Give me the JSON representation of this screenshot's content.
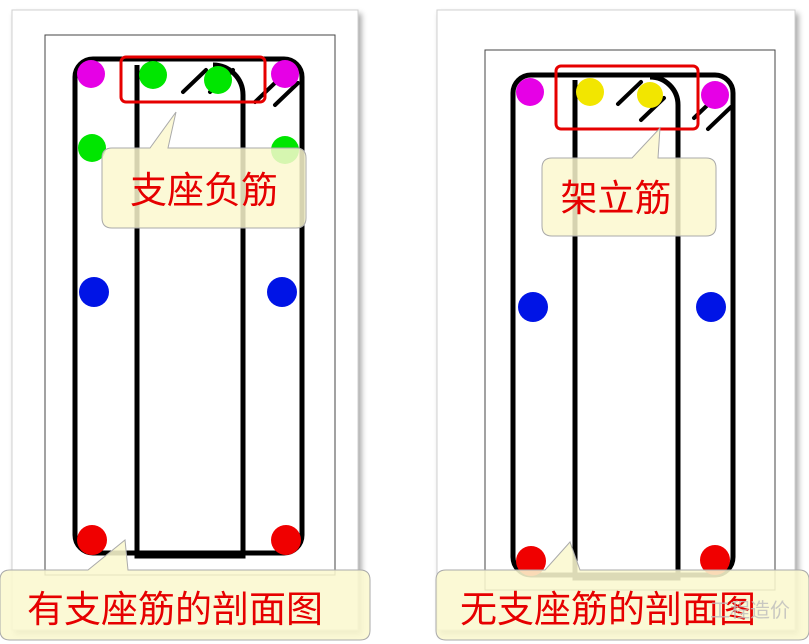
{
  "left_panel": {
    "top_callout": "支座负筋",
    "caption": "有支座筋的剖面图"
  },
  "right_panel": {
    "top_callout": "架立筋",
    "caption": "无支座筋的剖面图"
  },
  "watermark": "工程造价",
  "colors": {
    "corner_bar": "#e600e6",
    "support_bar": "#00e600",
    "erection_bar": "#f2e600",
    "side_bar": "#0014e6",
    "bottom_bar": "#f00000",
    "highlight_box": "#e60000",
    "callout_fill": "#fbf8cf",
    "callout_border": "#aaaaaa",
    "callout_text": "#e60000"
  }
}
